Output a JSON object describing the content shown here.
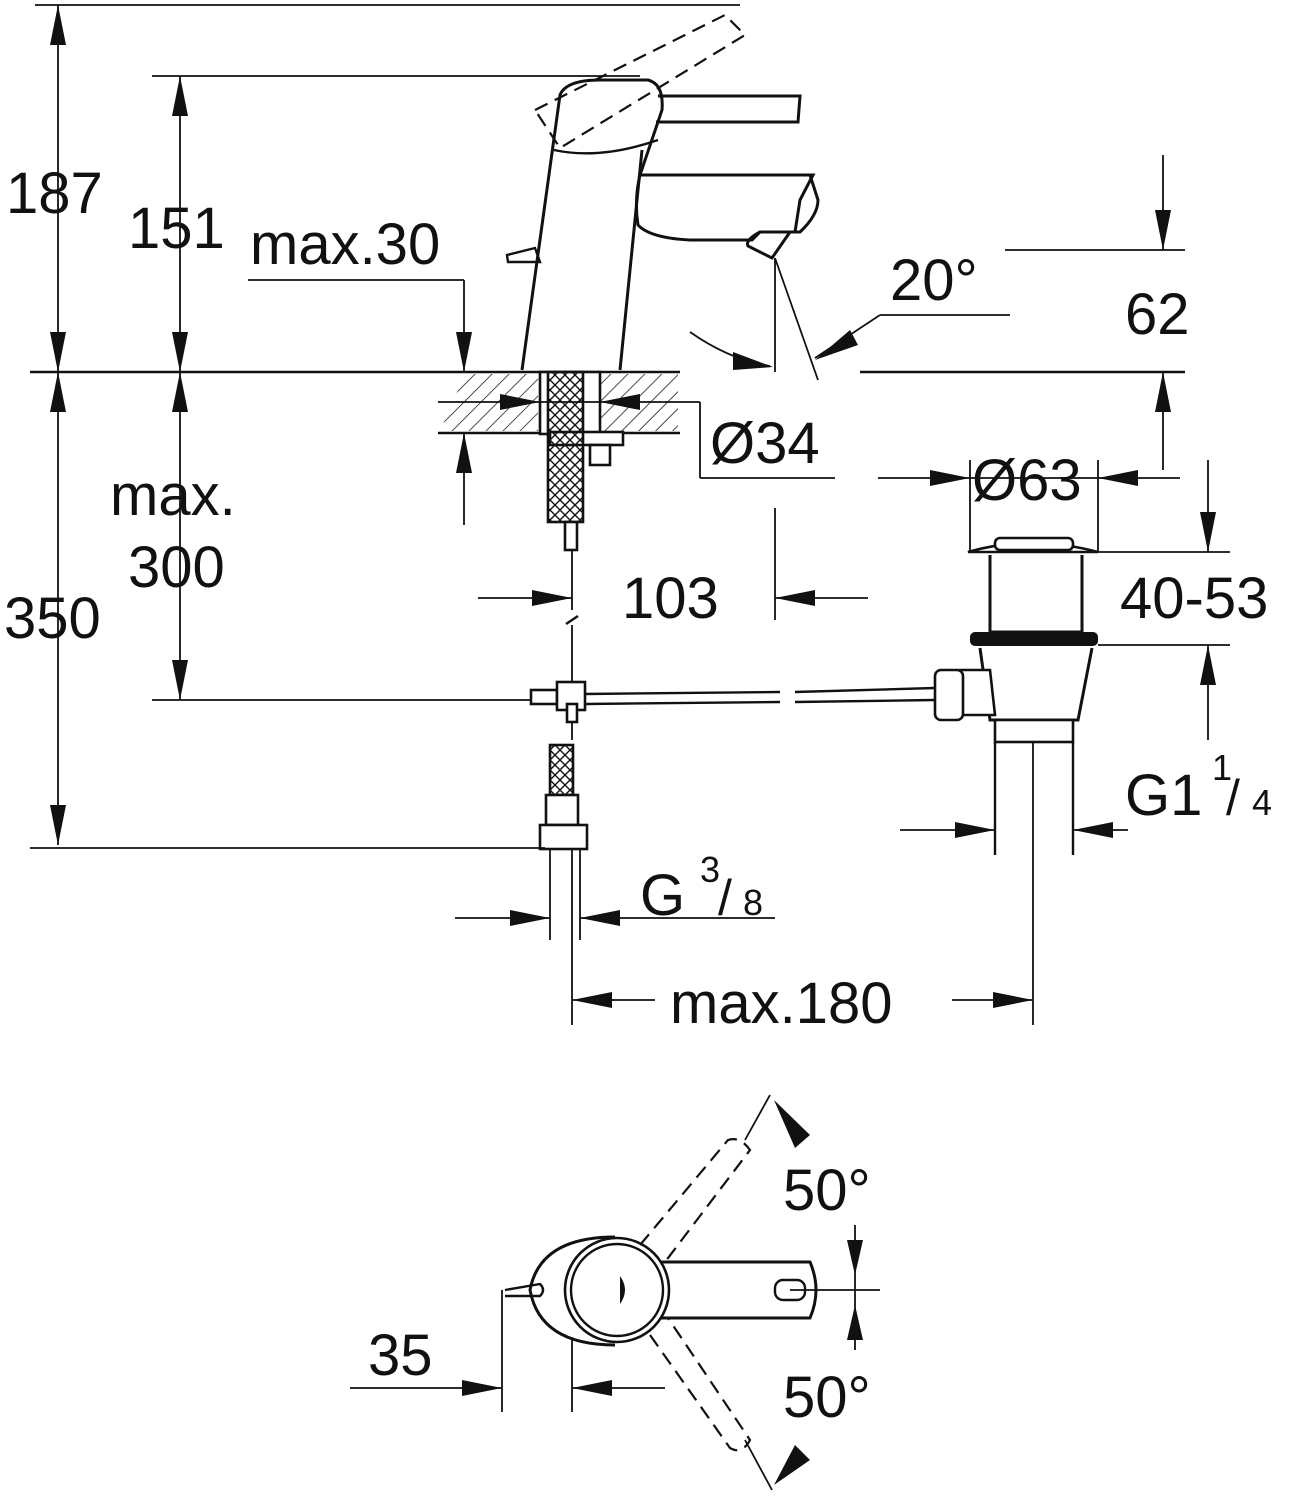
{
  "dimensions": {
    "d187": "187",
    "d151": "151",
    "max30": "max.30",
    "angle20": "20°",
    "d62": "62",
    "dia34": "Ø34",
    "dia63": "Ø63",
    "max_label": "max.",
    "d300": "300",
    "d350": "350",
    "d103": "103",
    "d40_53": "40-53",
    "g114_main": "G1",
    "g114_num": "1",
    "g114_den": "4",
    "g38_main": "G",
    "g38_num": "3",
    "g38_den": "8",
    "max180": "max.180",
    "angle50_top": "50°",
    "angle50_bottom": "50°",
    "d35": "35"
  }
}
